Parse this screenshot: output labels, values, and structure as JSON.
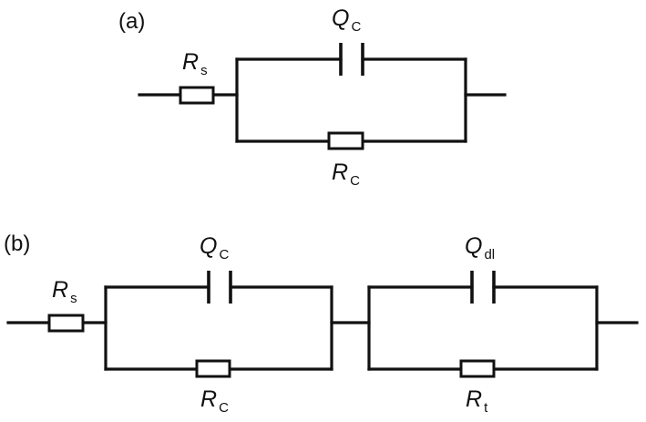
{
  "circuit_a": {
    "tag": "(a)",
    "rs": {
      "symbol": "R",
      "sub": "s"
    },
    "qc": {
      "symbol": "Q",
      "sub": "C"
    },
    "rc": {
      "symbol": "R",
      "sub": "C"
    }
  },
  "circuit_b": {
    "tag": "(b)",
    "rs": {
      "symbol": "R",
      "sub": "s"
    },
    "qc": {
      "symbol": "Q",
      "sub": "C"
    },
    "rc": {
      "symbol": "R",
      "sub": "C"
    },
    "qdl": {
      "symbol": "Q",
      "sub": "dl"
    },
    "rt": {
      "symbol": "R",
      "sub": "t"
    }
  },
  "colors": {
    "line": "#111111",
    "background": "#ffffff"
  }
}
